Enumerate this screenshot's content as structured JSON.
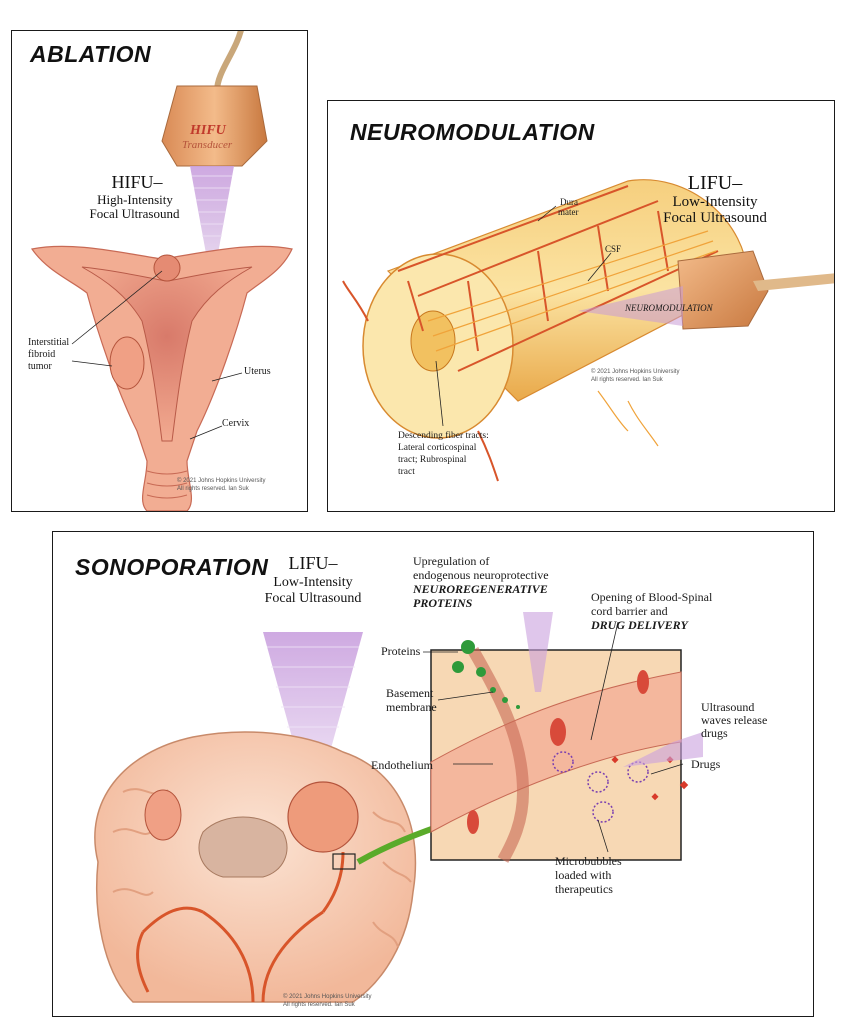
{
  "ablation": {
    "title": "Ablation",
    "transducer": {
      "line1": "HIFU",
      "line2": "Transducer"
    },
    "hifu": {
      "line1": "HIFU–",
      "line2": "High-Intensity",
      "line3": "Focal Ultrasound"
    },
    "labels": {
      "fibroid_1": "Interstitial",
      "fibroid_2": "fibroid",
      "fibroid_3": "tumor",
      "uterus": "Uterus",
      "cervix": "Cervix"
    },
    "copyright_1": "© 2021 Johns Hopkins University",
    "copyright_2": "All rights reserved. Ian Suk"
  },
  "neuromodulation": {
    "title": "Neuromodulation",
    "lifu": {
      "line1": "LIFU–",
      "line2": "Low-Intensity",
      "line3": "Focal Ultrasound"
    },
    "labels": {
      "dura_1": "Dura",
      "dura_2": "mater",
      "csf": "CSF",
      "beam": "NEUROMODULATION",
      "tracts_1": "Descending fiber tracts:",
      "tracts_2": "Lateral corticospinal",
      "tracts_3": "tract; Rubrospinal",
      "tracts_4": "tract"
    },
    "copyright_1": "© 2021 Johns Hopkins University",
    "copyright_2": "All rights reserved. Ian Suk"
  },
  "sonoporation": {
    "title": "Sonoporation",
    "lifu": {
      "line1": "LIFU–",
      "line2": "Low-Intensity",
      "line3": "Focal Ultrasound"
    },
    "upreg": {
      "line1": "Upregulation of",
      "line2": "endogenous neuroprotective",
      "line3": "NEUROREGENERATIVE",
      "line4": "PROTEINS"
    },
    "opening": {
      "line1": "Opening of Blood-Spinal",
      "line2": "cord barrier and",
      "line3": "DRUG DELIVERY"
    },
    "release": {
      "line1": "Ultrasound",
      "line2": "waves release",
      "line3": "drugs"
    },
    "labels": {
      "proteins": "Proteins",
      "basement_1": "Basement",
      "basement_2": "membrane",
      "endothelium": "Endothelium",
      "drugs": "Drugs",
      "micro_1": "Microbubbles",
      "micro_2": "loaded with",
      "micro_3": "therapeutics"
    },
    "copyright_1": "© 2021 Johns Hopkins University",
    "copyright_2": "All rights reserved. Ian Suk"
  },
  "colors": {
    "flesh": "#f0a888",
    "flesh_dark": "#d9705a",
    "tissue": "#f6c9a8",
    "vessel": "#d8552a",
    "nerve": "#f6b347",
    "beam": "#c99ad6",
    "arrow": "#5aab2a",
    "transducer": "#e9a371"
  }
}
